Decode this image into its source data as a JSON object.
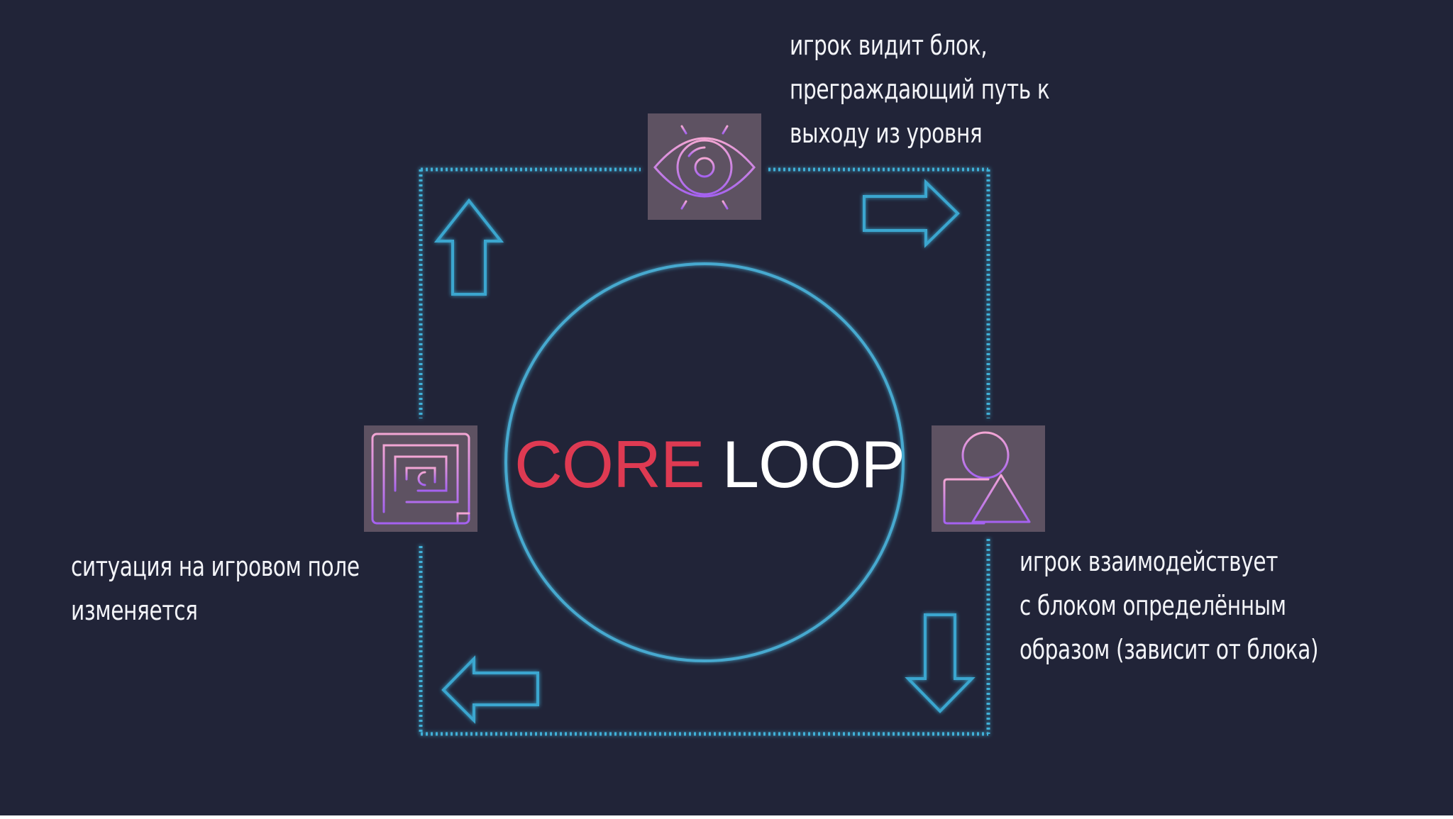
{
  "title": {
    "word1": "CORE",
    "word2": "LOOP"
  },
  "steps": {
    "top": {
      "icon": "eye-icon",
      "lines": [
        "игрок видит блок,",
        "преграждающий путь к",
        "выходу из уровня"
      ]
    },
    "right": {
      "icon": "shapes-icon",
      "lines": [
        "игрок взаимодействует",
        "с блоком определённым",
        "образом (зависит от блока)"
      ]
    },
    "left": {
      "icon": "maze-icon",
      "lines": [
        "ситуация на игровом поле",
        "изменяется"
      ]
    }
  },
  "colors": {
    "background": "#212438",
    "frame": "#3fb0d8",
    "circle": "#46a9cf",
    "title_accent": "#de3a52",
    "title_main": "#ffffff",
    "icon_tile": "#5e5262",
    "icon_gradient_start": "#f3a6d4",
    "icon_gradient_end": "#a562f0"
  }
}
